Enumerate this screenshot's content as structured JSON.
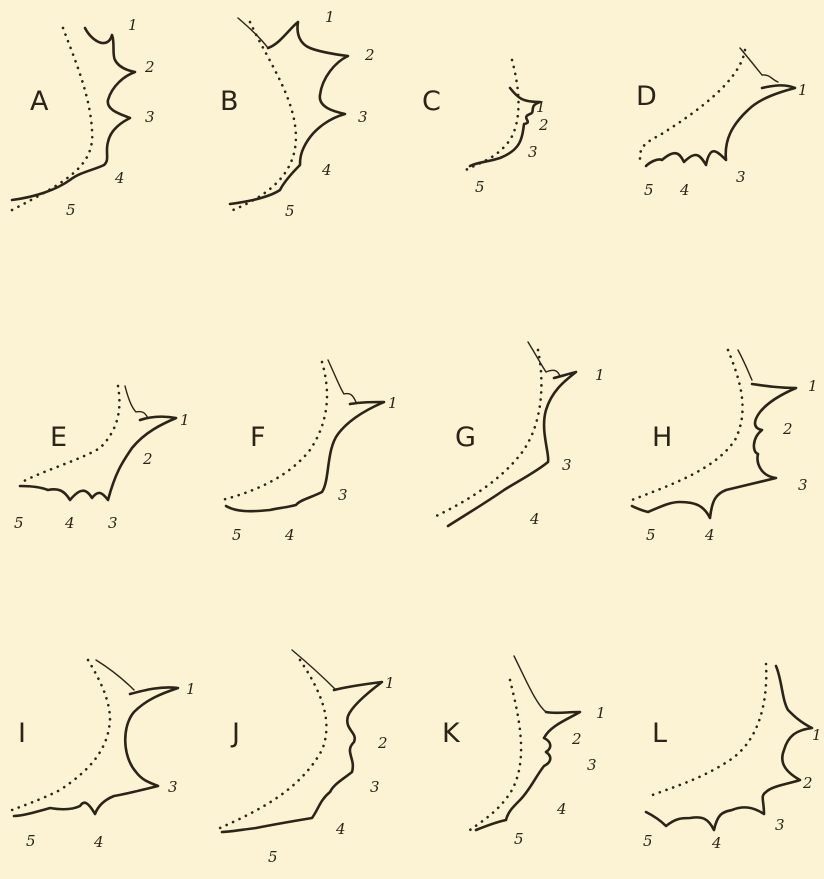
{
  "figures": [
    {
      "letter": "A",
      "labels": [
        "1",
        "2",
        "3",
        "4",
        "5"
      ]
    },
    {
      "letter": "B",
      "labels": [
        "1",
        "2",
        "3",
        "4",
        "5"
      ]
    },
    {
      "letter": "C",
      "labels": [
        "1",
        "2",
        "3",
        "5"
      ]
    },
    {
      "letter": "D",
      "labels": [
        "1",
        "3",
        "4",
        "5"
      ]
    },
    {
      "letter": "E",
      "labels": [
        "1",
        "2",
        "3",
        "4",
        "5"
      ]
    },
    {
      "letter": "F",
      "labels": [
        "1",
        "3",
        "4",
        "5"
      ]
    },
    {
      "letter": "G",
      "labels": [
        "1",
        "3",
        "4"
      ]
    },
    {
      "letter": "H",
      "labels": [
        "1",
        "2",
        "3",
        "4",
        "5"
      ]
    },
    {
      "letter": "I",
      "labels": [
        "1",
        "3",
        "4",
        "5"
      ]
    },
    {
      "letter": "J",
      "labels": [
        "1",
        "2",
        "3",
        "4",
        "5"
      ]
    },
    {
      "letter": "K",
      "labels": [
        "1",
        "2",
        "3",
        "4",
        "5"
      ]
    },
    {
      "letter": "L",
      "labels": [
        "1",
        "2",
        "3",
        "4",
        "5"
      ]
    }
  ],
  "colors": {
    "background": "#fbf3d3",
    "ink": "#2b2418"
  }
}
